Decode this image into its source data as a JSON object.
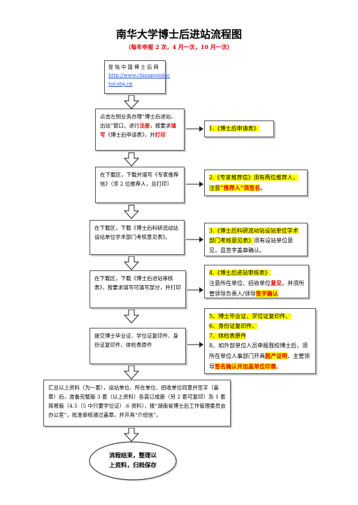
{
  "title": "南华大学博士后进站流程图",
  "subtitle": "（每年申报 2 次，4 月一次，10 月一次）",
  "steps": {
    "s1": {
      "line1": "登 陆 中 国 博 士 后 网",
      "link1": "http://www.chinapostdoc",
      "link2": "tor.org.cn"
    },
    "s2": {
      "pre": "点击左侧业务办理“博士后进站、出站”窗口，进行",
      "red1": "注册",
      "mid": "，按要求",
      "red2": "填写",
      "mid2": "《博士后申请表》，并",
      "red3": "打印"
    },
    "s3": {
      "text": "在下载区，下载并填写《专家推荐信》（须 2 位推荐人，且打印）"
    },
    "s4": {
      "text": "在下载区，下载《博士后科研流动站设站单位学术部门考核意见表》。"
    },
    "s5": {
      "text": "在下载区，下载《博士后进站审核表》，按要求填写可填写部分，并打印"
    },
    "s6": {
      "text": "提交博士毕业证、学位证复印件、身份证复印件、体检表原件"
    },
    "s7": {
      "text": "汇总以上资料（为一套），设站单位、所在单位、招收单位同意并签字（盖章）后，准备完整版 3 套（以上资料）各装订成册（另 2 套可复印）及 1 套简易版（4.5（5 中只要学位证）.6 资料），报“湖南省博士后工作管理委员会办公室”，批准审核通过盖章，并开具“介绍信”。"
    },
    "s8": {
      "line1": "流程结束，整理以",
      "line2": "上资料，归档保存"
    }
  },
  "notes": {
    "n1": {
      "text": "1.《博士后申请表》"
    },
    "n2": {
      "pre": "2.《专家推荐信》须有两位推荐人，注意",
      "red": "“推荐人”",
      "hl": "须签名",
      "post": "。"
    },
    "n3": {
      "hl": "3.《博士后科研流动站设站单位学术部门考核意见表》",
      "post": "须有设站单位意见，且签字盖章确认。"
    },
    "n4": {
      "hl": "4.《博士后进站审核表》",
      "pre": "注意所在单位、招收单位",
      "red": "意见",
      "mid": "，并须所管领导负责人/领导",
      "red2": "签字确认"
    },
    "n5": {
      "l1": "5、博士毕业证、学位证复印件、",
      "l2": "6、身份证复印件、",
      "l3": "7、体检表原件",
      "l4pre": "8、如外部单位人员申报我校博士后，须所在单位人事部门开具",
      "l4red": "脱产证明",
      "l4mid": "，主管领导",
      "l4red2": "签名确认并加盖单位印章",
      "l4post": "。"
    }
  }
}
